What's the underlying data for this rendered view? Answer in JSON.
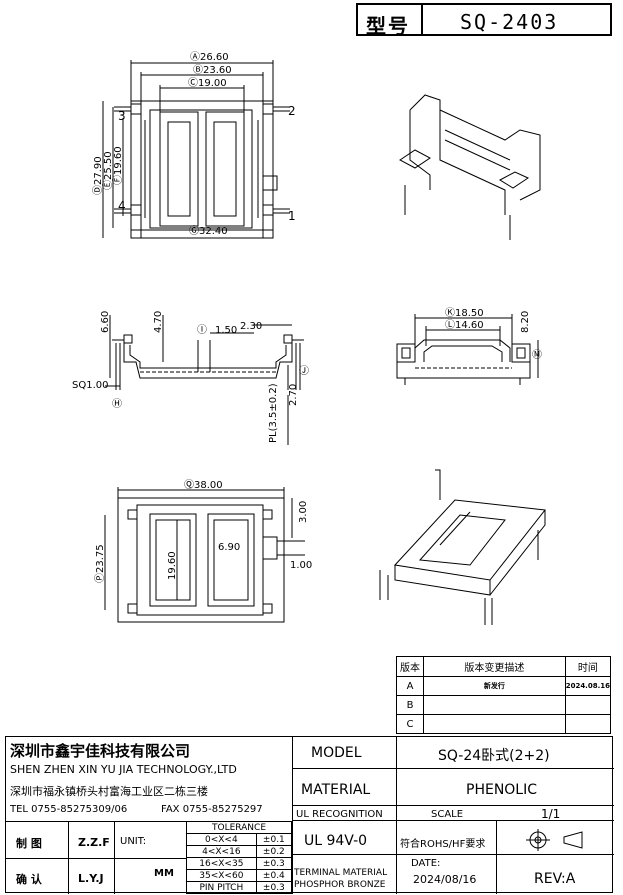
{
  "title_block": {
    "model_key": "型号",
    "model_value": "SQ-2403"
  },
  "top_view": {
    "dim_a": "Ⓐ26.60",
    "dim_b": "Ⓑ23.60",
    "dim_c": "Ⓒ19.00",
    "dim_d": "Ⓓ27.90",
    "dim_e": "Ⓔ25.50",
    "dim_f": "Ⓕ19.60",
    "dim_g": "Ⓖ32.40",
    "pin1": "1",
    "pin2": "2",
    "pin3": "3",
    "pin4": "4"
  },
  "side_view": {
    "dim_660": "6.60",
    "dim_470": "4.70",
    "dim_i": "Ⓘ",
    "dim_150": "1.50",
    "dim_230": "2.30",
    "dim_j": "Ⓙ",
    "dim_sq": "SQ1.00",
    "dim_h": "Ⓗ",
    "dim_270": "2.70",
    "dim_pl": "PL(3.5±0.2)"
  },
  "end_view": {
    "dim_k": "Ⓚ18.50",
    "dim_l": "Ⓛ14.60",
    "dim_820": "8.20",
    "dim_m": "Ⓜ"
  },
  "cover_view": {
    "dim_q": "Ⓠ38.00",
    "dim_p": "Ⓟ23.75",
    "dim_300": "3.00",
    "dim_690": "6.90",
    "dim_1960": "19.60",
    "dim_100": "1.00"
  },
  "revision": {
    "headers": [
      "版本",
      "版本变更描述",
      "时间"
    ],
    "rows": [
      [
        "A",
        "新发行",
        "2024.08.16"
      ],
      [
        "B",
        "",
        ""
      ],
      [
        "C",
        "",
        ""
      ]
    ]
  },
  "company": {
    "name_cn": "深圳市鑫宇佳科技有限公司",
    "name_en": "SHEN ZHEN XIN YU JIA TECHNOLOGY.,LTD",
    "address": "深圳市福永镇桥头村富海工业区二栋三楼",
    "tel": "TEL 0755-85275309/06",
    "fax": "FAX 0755-85275297"
  },
  "info": {
    "model_label": "MODEL",
    "model_value": "SQ-24卧式(2+2)",
    "material_label": "MATERIAL",
    "material_value": "PHENOLIC",
    "ul_label": "UL RECOGNITION",
    "scale_label": "SCALE",
    "scale_value": "1/1",
    "ul_value": "UL 94V-0",
    "rohs": "符合ROHS/HF要求",
    "terminal_label": "TERMINAL MATERIAL",
    "terminal_value": "PHOSPHOR BRONZE",
    "date_label": "DATE:",
    "date_value": "2024/08/16",
    "rev": "REV:A"
  },
  "signoff": {
    "draw_label": "制 图",
    "draw_name": "Z.Z.F",
    "check_label": "确 认",
    "check_name": "L.Y.J",
    "unit_label": "UNIT:",
    "unit_value": "MM"
  },
  "tolerance": {
    "header": "TOLERANCE",
    "rows": [
      [
        "0<X<4",
        "±0.1"
      ],
      [
        "4<X<16",
        "±0.2"
      ],
      [
        "16<X<35",
        "±0.3"
      ],
      [
        "35<X<60",
        "±0.4"
      ],
      [
        "PIN PITCH",
        "±0.3"
      ]
    ]
  }
}
